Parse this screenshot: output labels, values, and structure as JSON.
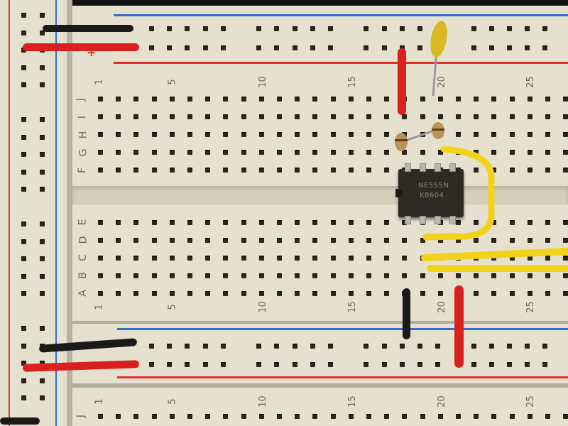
{
  "scene": {
    "subject": "solderless breadboard with 555 timer circuit",
    "chip_marking_line1": "NE555N",
    "chip_marking_line2": "K8604"
  },
  "colors": {
    "board": "#e6e0ce",
    "rail_blue": "#2f6fd0",
    "rail_red": "#e0302a",
    "wire_red": "#d8201c",
    "wire_black": "#1a1a1a",
    "wire_yellow": "#f2d21a",
    "chip": "#2d2a24"
  },
  "labels": {
    "col_1": "1",
    "col_5": "5",
    "col_10": "10",
    "col_15": "15",
    "col_20": "20",
    "col_25": "25",
    "row_j": "J",
    "row_i": "I",
    "row_h": "H",
    "row_g": "G",
    "row_f": "F",
    "row_e": "E",
    "row_d": "D",
    "row_c": "C",
    "row_b": "B",
    "row_a": "A",
    "plus": "+"
  }
}
